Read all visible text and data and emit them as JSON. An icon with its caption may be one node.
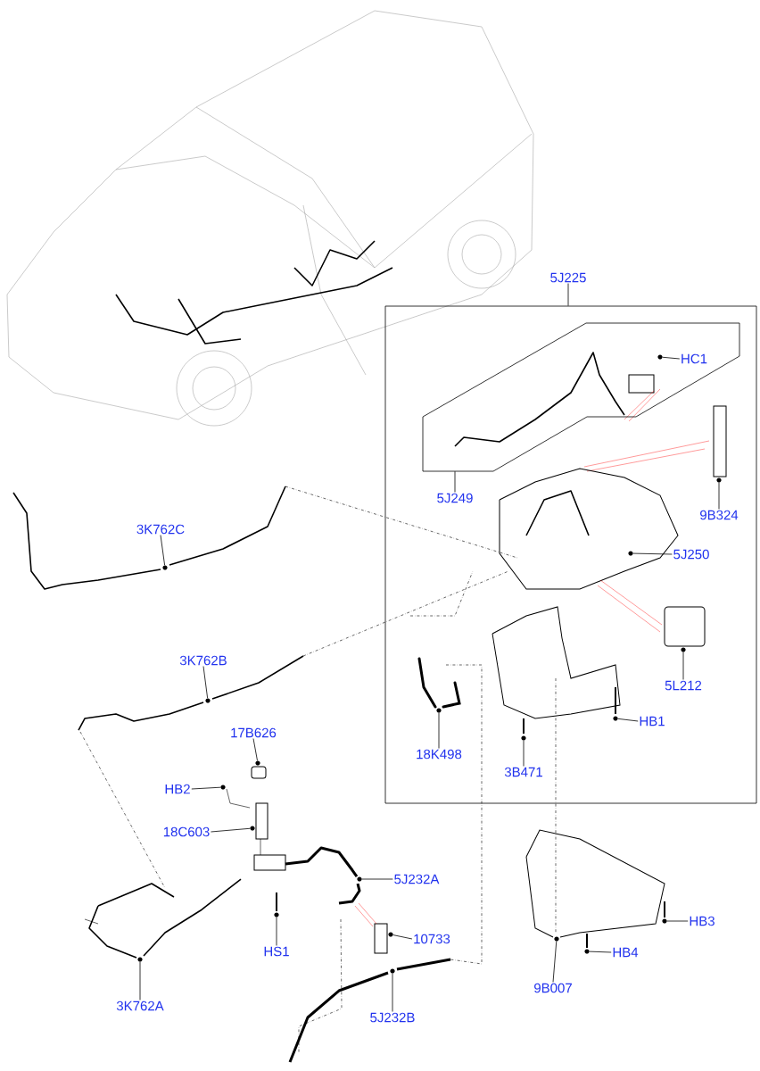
{
  "diagram": {
    "nodes": [
      {
        "text": [],
        "shape": "box"
      },
      {
        "text": [
          "5J225"
        ]
      },
      {
        "text": [],
        "shape": "polygon",
        "in": 0
      },
      {
        "text": [
          "HC1"
        ],
        "in": 2
      },
      {
        "text": [
          "5J249"
        ],
        "in": 0
      },
      {
        "text": [
          "9B324"
        ],
        "in": 0
      },
      {
        "text": [
          "3K762C"
        ]
      },
      {
        "text": [
          "5J250"
        ],
        "in": 0
      },
      {
        "text": [
          "5L212"
        ],
        "in": 0
      },
      {
        "text": [
          "3K762B"
        ]
      },
      {
        "text": [
          "18K498"
        ],
        "in": 0
      },
      {
        "text": [
          "HB1"
        ],
        "in": 0
      },
      {
        "text": [
          "3B471"
        ],
        "in": 0
      },
      {
        "text": [
          "17B626"
        ]
      },
      {
        "text": [
          "HB2"
        ]
      },
      {
        "text": [
          "18C603"
        ]
      },
      {
        "text": [
          "5J232A"
        ]
      },
      {
        "text": [
          "HS1"
        ]
      },
      {
        "text": [
          "10733"
        ]
      },
      {
        "text": [
          "HB3"
        ]
      },
      {
        "text": [
          "HB4"
        ]
      },
      {
        "text": [
          "9B007"
        ]
      },
      {
        "text": [
          "3K762A"
        ]
      },
      {
        "text": [
          "5J232B"
        ]
      },
      {
        "text": [],
        "shape": "circle",
        "in": 2
      },
      {
        "text": [],
        "shape": "circle",
        "in": 0
      },
      {
        "text": [],
        "shape": "circle"
      },
      {
        "text": [],
        "shape": "circle",
        "in": 0
      },
      {
        "text": [],
        "shape": "circle",
        "in": 0
      },
      {
        "text": [],
        "shape": "circle"
      },
      {
        "text": [],
        "shape": "circle",
        "in": 0
      },
      {
        "text": [],
        "shape": "circle",
        "in": 0
      },
      {
        "text": [],
        "shape": "circle",
        "in": 0
      },
      {
        "text": [],
        "shape": "circle"
      },
      {
        "text": [],
        "shape": "circle"
      },
      {
        "text": [],
        "shape": "circle"
      },
      {
        "text": [],
        "shape": "circle"
      },
      {
        "text": [],
        "shape": "circle"
      },
      {
        "text": [],
        "shape": "circle"
      },
      {
        "text": [],
        "shape": "circle"
      },
      {
        "text": [],
        "shape": "circle"
      },
      {
        "text": [],
        "shape": "circle"
      },
      {
        "text": [],
        "shape": "circle"
      },
      {
        "text": [],
        "shape": "circle"
      }
    ],
    "edges": [
      {
        "from": 1,
        "to": 0,
        "arrow": "none"
      },
      {
        "from": 3,
        "to": 24,
        "arrow": "none"
      },
      {
        "from": 4,
        "to": 2,
        "arrow": "none"
      },
      {
        "from": 5,
        "to": 25,
        "arrow": "none"
      },
      {
        "from": 6,
        "to": 26,
        "arrow": "none"
      },
      {
        "from": 7,
        "to": 27,
        "arrow": "none"
      },
      {
        "from": 8,
        "to": 28,
        "arrow": "none"
      },
      {
        "from": 9,
        "to": 29,
        "arrow": "none"
      },
      {
        "from": 10,
        "to": 30,
        "arrow": "none"
      },
      {
        "from": 11,
        "to": 31,
        "arrow": "none"
      },
      {
        "from": 12,
        "to": 32,
        "arrow": "none"
      },
      {
        "from": 13,
        "to": 33,
        "arrow": "none"
      },
      {
        "from": 14,
        "to": 34,
        "arrow": "none"
      },
      {
        "from": 15,
        "to": 35,
        "arrow": "none"
      },
      {
        "from": 16,
        "to": 36,
        "arrow": "none"
      },
      {
        "from": 17,
        "to": 37,
        "arrow": "none"
      },
      {
        "from": 18,
        "to": 38,
        "arrow": "none"
      },
      {
        "from": 19,
        "to": 39,
        "arrow": "none"
      },
      {
        "from": 20,
        "to": 40,
        "arrow": "none"
      },
      {
        "from": 21,
        "to": 41,
        "arrow": "none"
      },
      {
        "from": 22,
        "to": 42,
        "arrow": "none"
      },
      {
        "from": 23,
        "to": 43,
        "arrow": "none"
      }
    ]
  }
}
